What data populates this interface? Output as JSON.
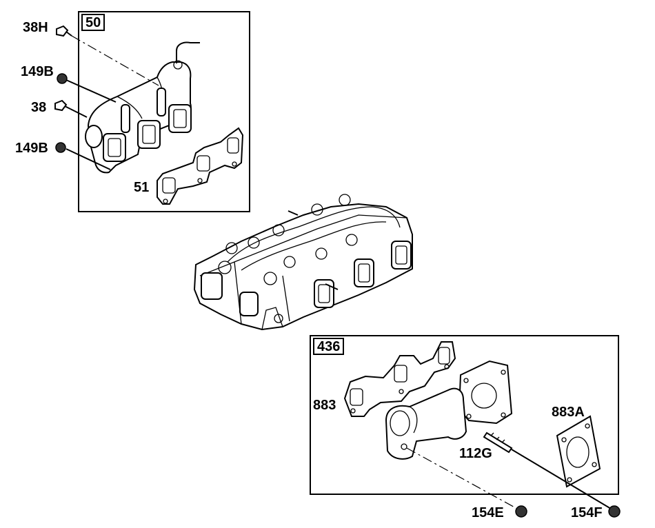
{
  "groups": {
    "upper": {
      "box_number": "50"
    },
    "lower": {
      "box_number": "436"
    }
  },
  "labels": {
    "l38H": "38H",
    "l149B_top": "149B",
    "l38": "38",
    "l149B_bottom": "149B",
    "l51": "51",
    "l883": "883",
    "l883A": "883A",
    "l112G": "112G",
    "l154E": "154E",
    "l154F": "154F"
  },
  "colors": {
    "line": "#000000",
    "background": "#ffffff"
  }
}
